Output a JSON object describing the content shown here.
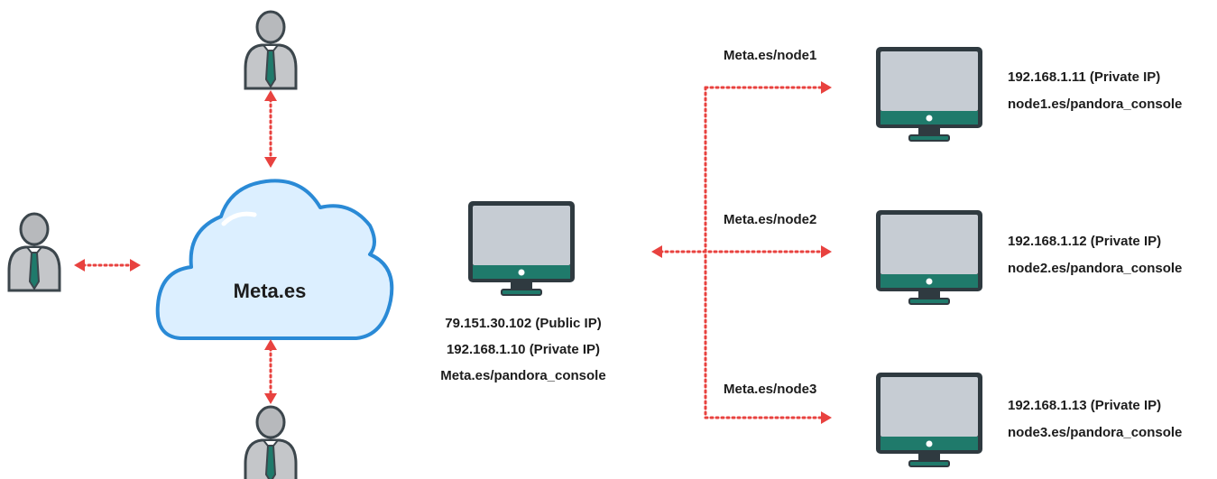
{
  "colors": {
    "link": "#e8423f",
    "monitor_frame": "#2f3a40",
    "monitor_screen": "#c6ccd3",
    "monitor_base": "#1f7a6b",
    "cloud_fill": "#dcefff",
    "cloud_stroke": "#2a8ad6",
    "person_suit": "#b7b9bc",
    "person_tie": "#1f7a6b"
  },
  "cloud": {
    "label": "Meta.es",
    "icon": "cloud-icon"
  },
  "users": [
    {
      "id": "top",
      "icon": "user-icon"
    },
    {
      "id": "left",
      "icon": "user-icon"
    },
    {
      "id": "bottom",
      "icon": "user-icon"
    }
  ],
  "main_server": {
    "icon": "monitor-icon",
    "public_ip": "79.151.30.102 (Public IP)",
    "private_ip": "192.168.1.10 (Private IP)",
    "console": "Meta.es/pandora_console"
  },
  "nodes": [
    {
      "path": "Meta.es/node1",
      "icon": "monitor-icon",
      "private_ip": "192.168.1.11 (Private IP)",
      "console": "node1.es/pandora_console"
    },
    {
      "path": "Meta.es/node2",
      "icon": "monitor-icon",
      "private_ip": "192.168.1.12 (Private IP)",
      "console": "node2.es/pandora_console"
    },
    {
      "path": "Meta.es/node3",
      "icon": "monitor-icon",
      "private_ip": "192.168.1.13 (Private IP)",
      "console": "node3.es/pandora_console"
    }
  ]
}
